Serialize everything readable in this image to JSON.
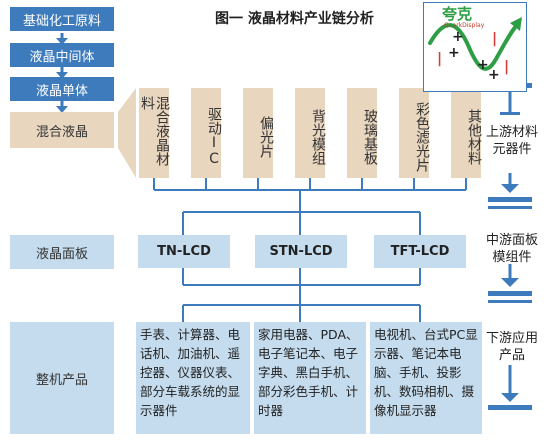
{
  "title": "图一   液晶材料产业链分析",
  "left_column": {
    "items": [
      "基础化工原料",
      "液晶中间体",
      "液晶单体",
      "混合液晶",
      "液晶面板",
      "整机产品"
    ]
  },
  "upstream": {
    "bars": [
      "混合液晶材料",
      "驱动IC",
      "偏光片",
      "背光模组",
      "玻璃基板",
      "彩色滤光片",
      "其他材料"
    ]
  },
  "midstream": {
    "panels": [
      "TN-LCD",
      "STN-LCD",
      "TFT-LCD"
    ]
  },
  "downstream": {
    "products": [
      "手表、计算器、电话机、加油机、遥控器、仪器仪表、部分车载系统的显示器件",
      "家用电器、PDA、电子笔记本、电子字典、黑白手机、部分彩色手机、计时器",
      "电视机、台式PC显示器、笔记本电脑、手机、投影机、数码相机、摄像机显示器"
    ]
  },
  "right_labels": {
    "upstream": "上游材料元器件",
    "midstream": "中游面板模组件",
    "downstream": "下游应用产品"
  },
  "logo": {
    "name": "夸克",
    "sub": "QuarkDisplay",
    "signs": [
      "+",
      "+",
      "+",
      "+",
      "|",
      "|",
      "|"
    ]
  },
  "colors": {
    "blue": "#3d7bbd",
    "beige": "#e8d6bf",
    "light_blue": "#c4dcee",
    "green": "#2e9e44"
  }
}
